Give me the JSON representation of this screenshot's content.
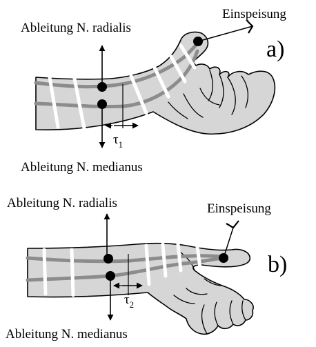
{
  "colors": {
    "skin": "#d6d6d6",
    "nerve": "#8c8c8c",
    "electrode": "#ffffff",
    "ink": "#000000"
  },
  "panel_a": {
    "letter": "a)",
    "label_radialis": "Ableitung N. radialis",
    "label_medianus": "Ableitung N. medianus",
    "label_einspeisung": "Einspeisung",
    "tau_symbol": "τ",
    "tau_subscript": "1"
  },
  "panel_b": {
    "letter": "b)",
    "label_radialis": "Ableitung N. radialis",
    "label_medianus": "Ableitung N. medianus",
    "label_einspeisung": "Einspeisung",
    "tau_symbol": "τ",
    "tau_subscript": "2"
  }
}
